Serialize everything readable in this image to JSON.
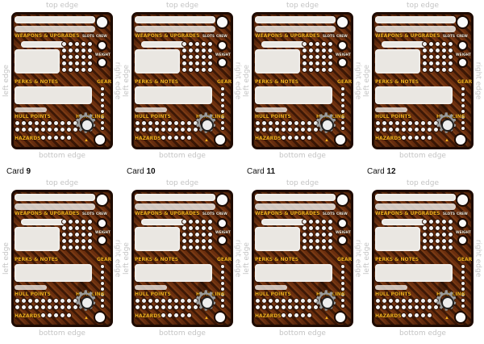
{
  "edges": {
    "top": "top edge",
    "bottom": "bottom edge",
    "left": "left edge",
    "right": "right edge"
  },
  "card_labels": [
    {
      "prefix": "Card",
      "number": "9"
    },
    {
      "prefix": "Card",
      "number": "10"
    },
    {
      "prefix": "Card",
      "number": "11"
    },
    {
      "prefix": "Card",
      "number": "12"
    }
  ],
  "panel_labels": {
    "weapons": "WEAPONS & UPGRADES",
    "slots": "SLOTS",
    "crew": "CREW",
    "weight": "WEIGHT",
    "perks": "PERKS & NOTES",
    "gear": "GEAR",
    "hull": "HULL POINTS",
    "handling": "HANDLING",
    "hazards": "HAZARDS"
  },
  "colors": {
    "label_accent": "#f3b01c",
    "card_rust": "#6a2e0e",
    "edge_text": "#c4c4c4"
  }
}
